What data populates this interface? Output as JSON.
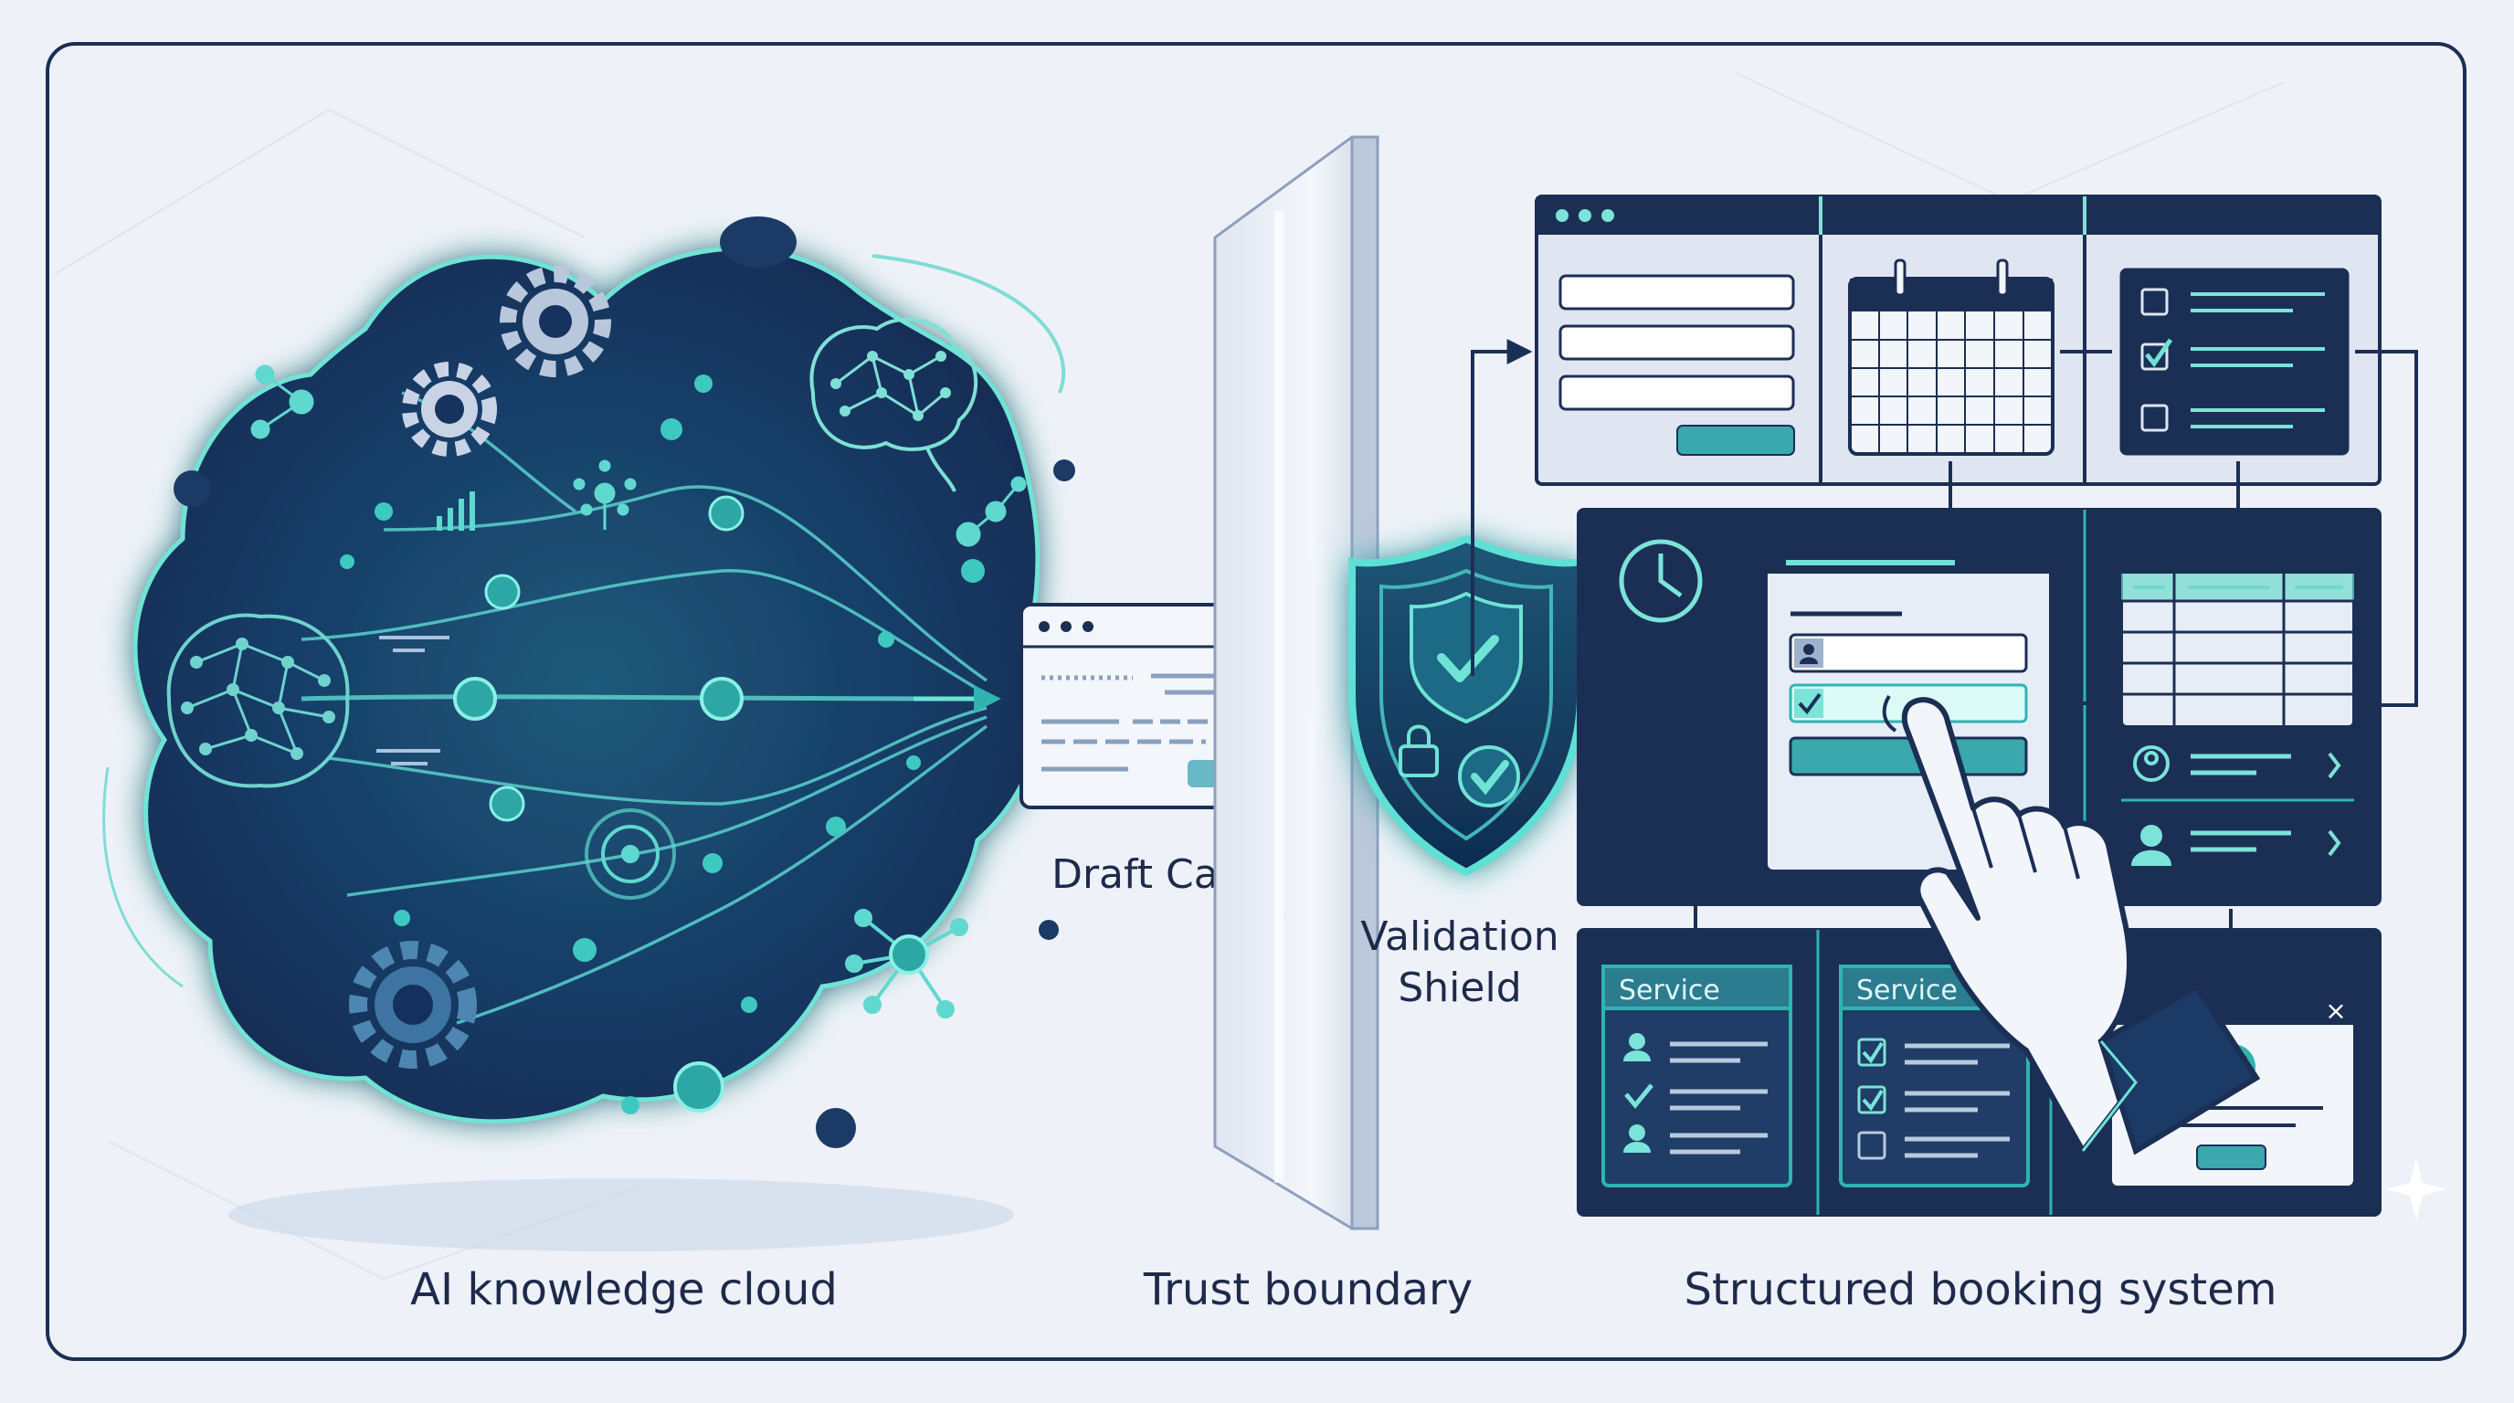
{
  "labels": {
    "draft_card": "Draft Card",
    "validation_line1": "Validation",
    "validation_line2": "Shield",
    "ai_cloud": "AI knowledge cloud",
    "trust_boundary": "Trust boundary",
    "booking_system": "Structured booking system"
  },
  "panels": {
    "service_left": "Service",
    "service_right": "Service",
    "close_glyph": "×"
  },
  "icons": [
    "gear-icon",
    "brain-icon",
    "network-icon",
    "shield-check-icon",
    "calendar-icon",
    "clock-icon",
    "checkbox-icon",
    "user-icon",
    "hand-pointer-icon",
    "chevron-right-icon",
    "close-icon",
    "check-circle-icon"
  ],
  "colors": {
    "navy": "#1b2f55",
    "deep": "#0f2547",
    "teal": "#3ec9c0",
    "mint": "#7be3d8",
    "bg": "#eef2f8",
    "text": "#1e2a4a"
  }
}
